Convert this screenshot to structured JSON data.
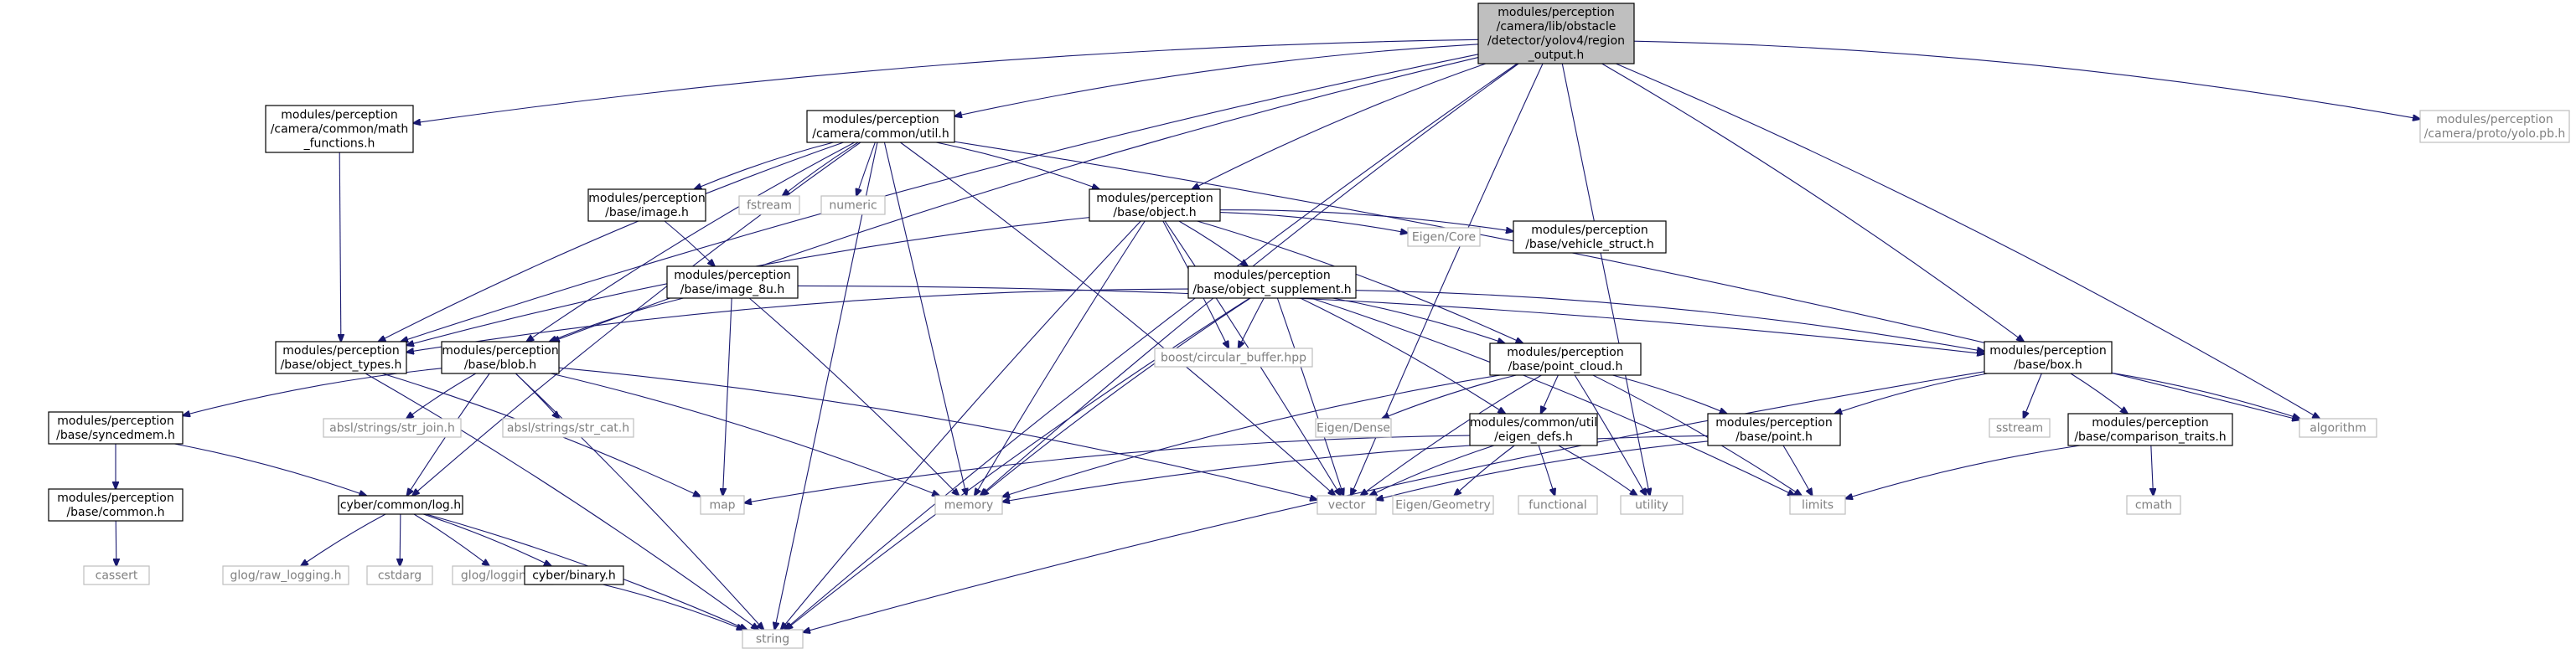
{
  "nodes": [
    {
      "id": "region_output",
      "kind": "root",
      "lines": [
        "modules/perception",
        "/camera/lib/obstacle",
        "/detector/yolov4/region",
        "_output.h"
      ]
    },
    {
      "id": "math_functions",
      "kind": "normal",
      "lines": [
        "modules/perception",
        "/camera/common/math",
        "_functions.h"
      ]
    },
    {
      "id": "camera_util",
      "kind": "normal",
      "lines": [
        "modules/perception",
        "/camera/common/util.h"
      ]
    },
    {
      "id": "yolo_pb",
      "kind": "ext",
      "lines": [
        "modules/perception",
        "/camera/proto/yolo.pb.h"
      ]
    },
    {
      "id": "base_image",
      "kind": "normal",
      "lines": [
        "modules/perception",
        "/base/image.h"
      ]
    },
    {
      "id": "fstream",
      "kind": "ext",
      "lines": [
        "fstream"
      ]
    },
    {
      "id": "numeric",
      "kind": "ext",
      "lines": [
        "numeric"
      ]
    },
    {
      "id": "base_object",
      "kind": "normal",
      "lines": [
        "modules/perception",
        "/base/object.h"
      ]
    },
    {
      "id": "eigen_core",
      "kind": "ext",
      "lines": [
        "Eigen/Core"
      ]
    },
    {
      "id": "vehicle_struct",
      "kind": "normal",
      "lines": [
        "modules/perception",
        "/base/vehicle_struct.h"
      ]
    },
    {
      "id": "image_8u",
      "kind": "normal",
      "lines": [
        "modules/perception",
        "/base/image_8u.h"
      ]
    },
    {
      "id": "object_supplement",
      "kind": "normal",
      "lines": [
        "modules/perception",
        "/base/object_supplement.h"
      ]
    },
    {
      "id": "object_types",
      "kind": "normal",
      "lines": [
        "modules/perception",
        "/base/object_types.h"
      ]
    },
    {
      "id": "base_blob",
      "kind": "normal",
      "lines": [
        "modules/perception",
        "/base/blob.h"
      ]
    },
    {
      "id": "circular_buffer",
      "kind": "ext",
      "lines": [
        "boost/circular_buffer.hpp"
      ]
    },
    {
      "id": "point_cloud",
      "kind": "normal",
      "lines": [
        "modules/perception",
        "/base/point_cloud.h"
      ]
    },
    {
      "id": "base_box",
      "kind": "normal",
      "lines": [
        "modules/perception",
        "/base/box.h"
      ]
    },
    {
      "id": "syncedmem",
      "kind": "normal",
      "lines": [
        "modules/perception",
        "/base/syncedmem.h"
      ]
    },
    {
      "id": "str_join",
      "kind": "ext",
      "lines": [
        "absl/strings/str_join.h"
      ]
    },
    {
      "id": "str_cat",
      "kind": "ext",
      "lines": [
        "absl/strings/str_cat.h"
      ]
    },
    {
      "id": "eigen_dense",
      "kind": "ext",
      "lines": [
        "Eigen/Dense"
      ]
    },
    {
      "id": "eigen_defs",
      "kind": "normal",
      "lines": [
        "modules/common/util",
        "/eigen_defs.h"
      ]
    },
    {
      "id": "base_point",
      "kind": "normal",
      "lines": [
        "modules/perception",
        "/base/point.h"
      ]
    },
    {
      "id": "sstream",
      "kind": "ext",
      "lines": [
        "sstream"
      ]
    },
    {
      "id": "comparison_traits",
      "kind": "normal",
      "lines": [
        "modules/perception",
        "/base/comparison_traits.h"
      ]
    },
    {
      "id": "algorithm",
      "kind": "ext",
      "lines": [
        "algorithm"
      ]
    },
    {
      "id": "base_common",
      "kind": "normal",
      "lines": [
        "modules/perception",
        "/base/common.h"
      ]
    },
    {
      "id": "cyber_log",
      "kind": "normal",
      "lines": [
        "cyber/common/log.h"
      ]
    },
    {
      "id": "map",
      "kind": "ext",
      "lines": [
        "map"
      ]
    },
    {
      "id": "memory",
      "kind": "ext",
      "lines": [
        "memory"
      ]
    },
    {
      "id": "vector",
      "kind": "ext",
      "lines": [
        "vector"
      ]
    },
    {
      "id": "eigen_geometry",
      "kind": "ext",
      "lines": [
        "Eigen/Geometry"
      ]
    },
    {
      "id": "functional",
      "kind": "ext",
      "lines": [
        "functional"
      ]
    },
    {
      "id": "utility",
      "kind": "ext",
      "lines": [
        "utility"
      ]
    },
    {
      "id": "limits",
      "kind": "ext",
      "lines": [
        "limits"
      ]
    },
    {
      "id": "cmath",
      "kind": "ext",
      "lines": [
        "cmath"
      ]
    },
    {
      "id": "cassert",
      "kind": "ext",
      "lines": [
        "cassert"
      ]
    },
    {
      "id": "raw_logging",
      "kind": "ext",
      "lines": [
        "glog/raw_logging.h"
      ]
    },
    {
      "id": "cstdarg",
      "kind": "ext",
      "lines": [
        "cstdarg"
      ]
    },
    {
      "id": "glog_logging",
      "kind": "ext",
      "lines": [
        "glog/logging.h"
      ]
    },
    {
      "id": "cyber_binary",
      "kind": "normal",
      "lines": [
        "cyber/binary.h"
      ]
    },
    {
      "id": "string",
      "kind": "ext",
      "lines": [
        "string"
      ]
    }
  ],
  "edges": [
    [
      "region_output",
      "math_functions"
    ],
    [
      "region_output",
      "camera_util"
    ],
    [
      "region_output",
      "yolo_pb"
    ],
    [
      "region_output",
      "object_types"
    ],
    [
      "region_output",
      "base_blob"
    ],
    [
      "region_output",
      "base_object"
    ],
    [
      "region_output",
      "base_box"
    ],
    [
      "region_output",
      "memory"
    ],
    [
      "region_output",
      "vector"
    ],
    [
      "region_output",
      "utility"
    ],
    [
      "region_output",
      "algorithm"
    ],
    [
      "region_output",
      "string"
    ],
    [
      "math_functions",
      "object_types"
    ],
    [
      "camera_util",
      "base_image"
    ],
    [
      "camera_util",
      "fstream"
    ],
    [
      "camera_util",
      "numeric"
    ],
    [
      "camera_util",
      "base_object"
    ],
    [
      "camera_util",
      "object_types"
    ],
    [
      "camera_util",
      "base_blob"
    ],
    [
      "camera_util",
      "cyber_log"
    ],
    [
      "camera_util",
      "memory"
    ],
    [
      "camera_util",
      "vector"
    ],
    [
      "camera_util",
      "string"
    ],
    [
      "camera_util",
      "algorithm"
    ],
    [
      "base_image",
      "image_8u"
    ],
    [
      "image_8u",
      "base_blob"
    ],
    [
      "image_8u",
      "base_box"
    ],
    [
      "image_8u",
      "map"
    ],
    [
      "image_8u",
      "memory"
    ],
    [
      "base_object",
      "eigen_core"
    ],
    [
      "base_object",
      "vehicle_struct"
    ],
    [
      "base_object",
      "object_supplement"
    ],
    [
      "base_object",
      "object_types"
    ],
    [
      "base_object",
      "circular_buffer"
    ],
    [
      "base_object",
      "point_cloud"
    ],
    [
      "base_object",
      "memory"
    ],
    [
      "base_object",
      "vector"
    ],
    [
      "base_object",
      "string"
    ],
    [
      "object_supplement",
      "object_types"
    ],
    [
      "object_supplement",
      "circular_buffer"
    ],
    [
      "object_supplement",
      "point_cloud"
    ],
    [
      "object_supplement",
      "base_box"
    ],
    [
      "object_supplement",
      "eigen_defs"
    ],
    [
      "object_supplement",
      "memory"
    ],
    [
      "object_supplement",
      "vector"
    ],
    [
      "object_supplement",
      "string"
    ],
    [
      "object_supplement",
      "limits"
    ],
    [
      "object_types",
      "map"
    ],
    [
      "object_types",
      "string"
    ],
    [
      "base_blob",
      "syncedmem"
    ],
    [
      "base_blob",
      "str_join"
    ],
    [
      "base_blob",
      "str_cat"
    ],
    [
      "base_blob",
      "cyber_log"
    ],
    [
      "base_blob",
      "memory"
    ],
    [
      "base_blob",
      "vector"
    ],
    [
      "base_blob",
      "string"
    ],
    [
      "point_cloud",
      "eigen_dense"
    ],
    [
      "point_cloud",
      "eigen_defs"
    ],
    [
      "point_cloud",
      "base_point"
    ],
    [
      "point_cloud",
      "memory"
    ],
    [
      "point_cloud",
      "vector"
    ],
    [
      "point_cloud",
      "utility"
    ],
    [
      "point_cloud",
      "limits"
    ],
    [
      "base_box",
      "base_point"
    ],
    [
      "base_box",
      "sstream"
    ],
    [
      "base_box",
      "comparison_traits"
    ],
    [
      "base_box",
      "algorithm"
    ],
    [
      "base_box",
      "string"
    ],
    [
      "syncedmem",
      "base_common"
    ],
    [
      "syncedmem",
      "cyber_log"
    ],
    [
      "base_common",
      "cassert"
    ],
    [
      "eigen_defs",
      "map"
    ],
    [
      "eigen_defs",
      "vector"
    ],
    [
      "eigen_defs",
      "eigen_geometry"
    ],
    [
      "eigen_defs",
      "functional"
    ],
    [
      "eigen_defs",
      "utility"
    ],
    [
      "base_point",
      "vector"
    ],
    [
      "base_point",
      "limits"
    ],
    [
      "base_point",
      "memory"
    ],
    [
      "comparison_traits",
      "limits"
    ],
    [
      "comparison_traits",
      "cmath"
    ],
    [
      "cyber_log",
      "raw_logging"
    ],
    [
      "cyber_log",
      "cstdarg"
    ],
    [
      "cyber_log",
      "glog_logging"
    ],
    [
      "cyber_log",
      "cyber_binary"
    ],
    [
      "cyber_log",
      "string"
    ],
    [
      "cyber_binary",
      "string"
    ]
  ]
}
